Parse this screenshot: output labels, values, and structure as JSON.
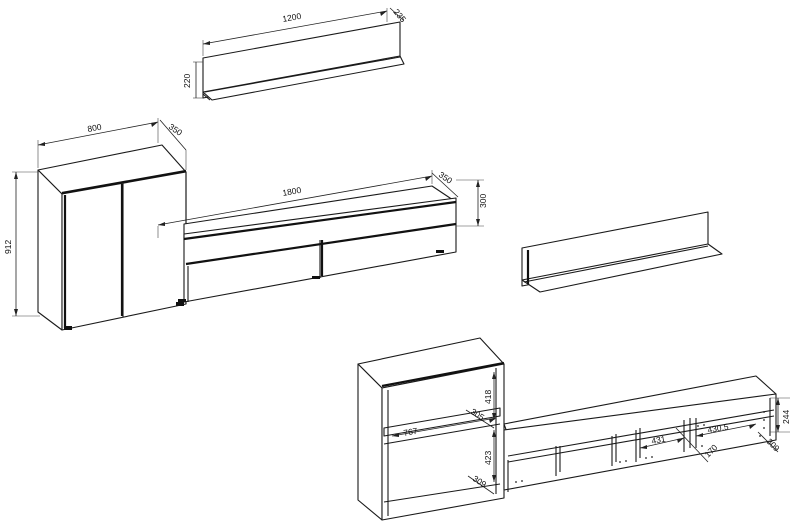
{
  "dimensions": {
    "shelf_top_width": "1200",
    "shelf_top_depth": "235",
    "shelf_top_height": "220",
    "cabinet_width": "800",
    "cabinet_depth": "350",
    "cabinet_height": "912",
    "tv_width": "1800",
    "tv_depth": "350",
    "tv_height": "300",
    "inner_shelf_upper_height": "418",
    "inner_shelf_lower_height": "423",
    "inner_width": "767",
    "inner_depth_upper": "305",
    "inner_depth_lower": "309",
    "tv_compartment_width_1": "431",
    "tv_compartment_width_2": "430.5",
    "tv_compartment_depth": "309",
    "tv_compartment_height": "244",
    "tv_compartment_inner": "170"
  }
}
